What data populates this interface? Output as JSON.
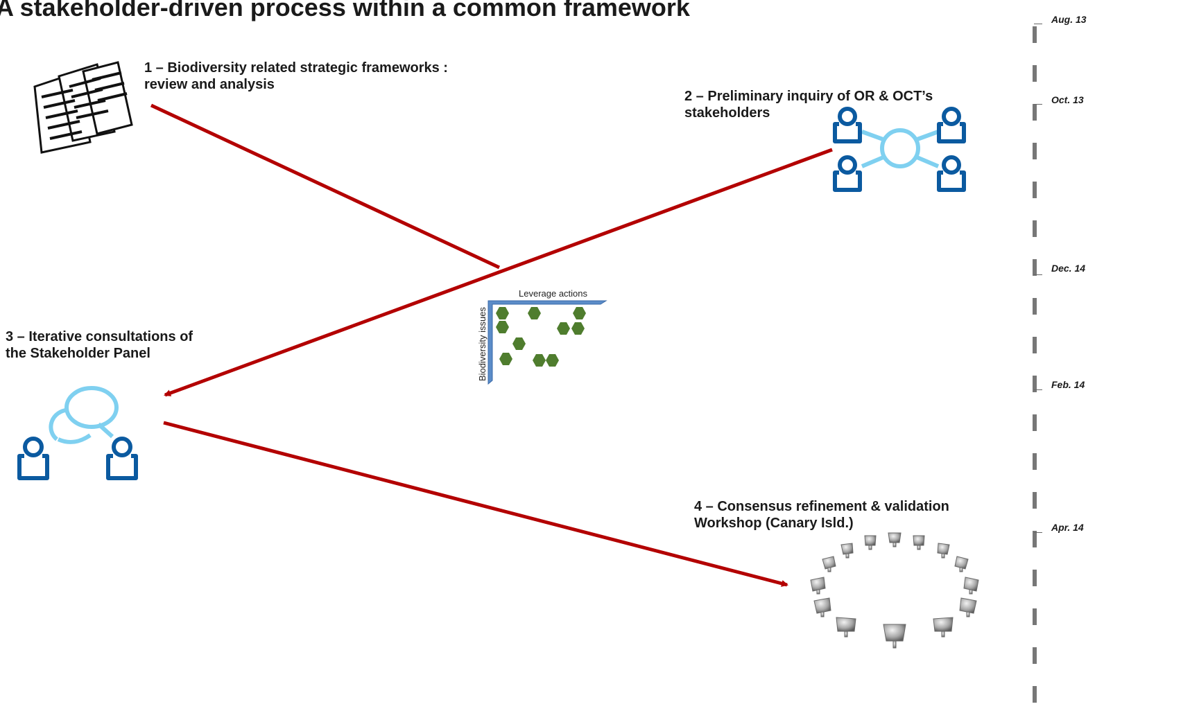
{
  "title": "A stakeholder-driven process within a common framework",
  "steps": [
    {
      "label": "1 – Biodiversity related strategic frameworks :\nreview and analysis"
    },
    {
      "label": "2 – Preliminary inquiry of OR & OCT’s\nstakeholders"
    },
    {
      "label": "3 – Iterative consultations of\nthe Stakeholder Panel"
    },
    {
      "label": "4 – Consensus refinement & validation\nWorkshop (Canary Isld.)"
    }
  ],
  "matrix": {
    "x_label": "Leverage actions",
    "y_label": "Biodiversity issues"
  },
  "timeline": [
    {
      "label": "Aug. 13"
    },
    {
      "label": "Oct. 13"
    },
    {
      "label": "Dec. 14"
    },
    {
      "label": "Feb. 14"
    },
    {
      "label": "Apr. 14"
    }
  ],
  "colors": {
    "arrow": "#b30000",
    "people_icon": "#0b5aa0",
    "hub": "#7fd0f0",
    "hexagon": "#4f7d2e",
    "matrix_axis": "#5b8cc8"
  },
  "icons": {
    "documents": "documents-icon",
    "network": "stakeholder-network-icon",
    "consultation": "consultation-icon",
    "workshop": "workshop-chairs-icon"
  }
}
